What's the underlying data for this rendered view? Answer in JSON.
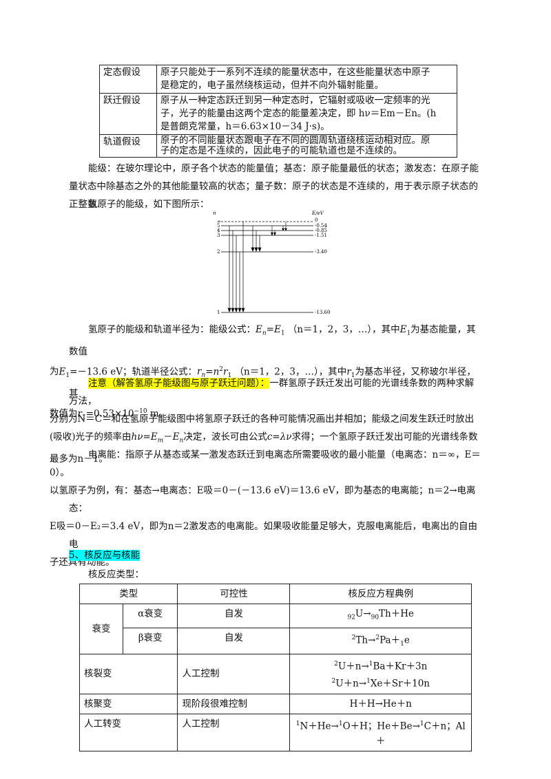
{
  "postulates": [
    {
      "term": "定态假设",
      "lines": [
        "原子只能处于一系列不连续的能量状态中，在这些能量状态中原子",
        "是稳定的，电子虽然绕核运动，但并不向外辐射能量。"
      ]
    },
    {
      "term": "跃迁假设",
      "lines": [
        "原子从一种定态跃迁到另一种定态时，它辐射或吸收一定频率的光",
        "子，光子的能量由这两个定态的能量差决定，即 hν＝Em－En。(h",
        "是普朗克常量，h＝6.63×10－34 J·s)。"
      ]
    },
    {
      "term": "轨道假设",
      "lines": [
        "原子的不同能量状态跟电子在不同的圆周轨道绕核运动相对应。原",
        "子的定态是不连续的，因此电子的可能轨道也是不连续的。"
      ]
    }
  ],
  "para_levels": "能级：在玻尔理论中，原子各个状态的能量值；基态：原子能量最低的状态；激发态：在原子能量状态中除基态之外的其他能量较高的状态；量子数：原子的状态是不连续的，用于表示原子状态的正整数.",
  "para_hydrogen": "氢原子的能级，如下图所示：",
  "diagram": {
    "n_label": "n",
    "e_label": "E/eV",
    "levels": [
      {
        "n": "∞",
        "e": "0"
      },
      {
        "n": "5",
        "e": "-0.54"
      },
      {
        "n": "4",
        "e": "-0.85"
      },
      {
        "n": "3",
        "e": "-1.51"
      },
      {
        "n": "2",
        "e": "-3.40"
      },
      {
        "n": "1",
        "e": "-13.60"
      }
    ]
  },
  "formula": {
    "l1a": "氢原子的能级和轨道半径为：能级公式：",
    "l1b": "（n＝1，2，3，…），其中",
    "l1c": "为基态能量，其数值",
    "l2a": "为",
    "l2b": "；轨道半径公式：",
    "l2c": "（n＝1，2，3，…），其中",
    "l2d": "为基态半径，又称玻尔半径，其",
    "l3a": "数值为"
  },
  "note": {
    "title": "注意（解答氢原子能级图与原子跃迁问题）：",
    "t1": "一群氢原子跃迁发出可能的光谱线条数的两种求解方法，",
    "t2": "分别为N＝C＝和在氢原子能级图中将氢原子跃迁的各种可能情况画出并相加；能级之间发生跃迁时放出",
    "t3": "(吸收)光子的频率由",
    "t3b": "决定，波长可由公式",
    "t3c": "求得；一个氢原子跃迁发出可能的光谱线条数",
    "t4": "最多为n－1。"
  },
  "ionization": {
    "l1": "电离能：指原子从基态或某一激发态跃迁到电离态所需要吸收的最小能量（电离态：n＝∞，E＝",
    "l2": "0）。",
    "l3": "以氢原子为例，有：基态→电离态：E吸＝0－(－13.6 eV)＝13.6 eV，即为基态的电离能；n＝2→电离态：",
    "l4": "E吸＝0－E₂＝3.4 eV，即为n＝2激发态的电离能。如果吸收能量足够大，克服电离能后，电离出的自由电",
    "l5": "子还具有动能。"
  },
  "section5": "5、核反应与核能",
  "reaction_intro": "核反应类型：",
  "reactions": {
    "headers": [
      "类型",
      "可控性",
      "核反应方程典例"
    ],
    "decay": "衰变",
    "alpha": "α衰变",
    "alpha_ctrl": "自发",
    "beta": "β衰变",
    "beta_ctrl": "自发",
    "fission": "核裂变",
    "fission_ctrl": "人工控制",
    "fusion": "核聚变",
    "fusion_ctrl": "现阶段很难控制",
    "fusion_eq": "H＋H→He＋n",
    "artificial": "人工转变",
    "artificial_ctrl": "人工控制"
  }
}
